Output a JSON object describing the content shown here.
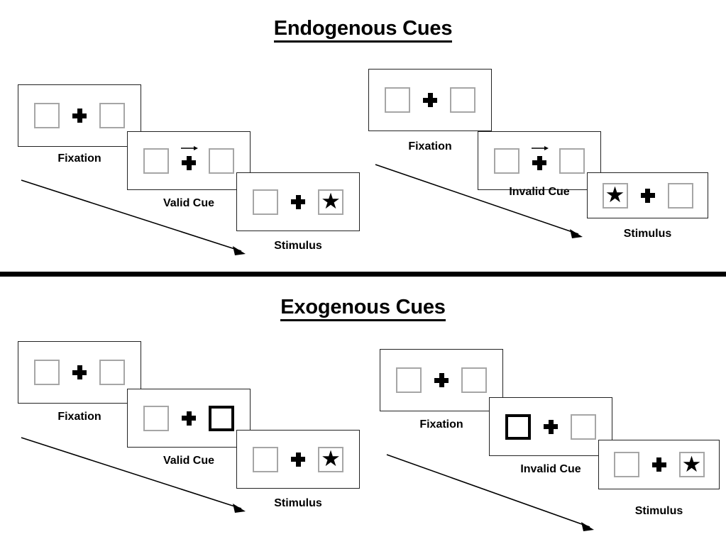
{
  "figure": {
    "title_endogenous": "Endogenous Cues",
    "title_exogenous": "Exogenous Cues",
    "labels": {
      "fixation": "Fixation",
      "valid_cue": "Valid Cue",
      "invalid_cue": "Invalid Cue",
      "stimulus": "Stimulus"
    },
    "icons": {
      "fixation_cross": "plus-cross-icon",
      "arrow_right": "arrow-right-icon",
      "target": "star-icon",
      "timeline": "diagonal-arrow-icon"
    },
    "colors": {
      "ink": "#000000",
      "box_border": "#a6a6a6",
      "frame_border": "#222222",
      "background": "#ffffff",
      "highlight_border": "#000000"
    }
  },
  "sections": [
    {
      "id": "endogenous",
      "title": "Endogenous Cues",
      "cue_type": "central arrow",
      "conditions": [
        {
          "id": "endogenous-valid",
          "condition": "valid",
          "frames": [
            {
              "caption": "Fixation",
              "left_box": "empty",
              "right_box": "empty",
              "center": "cross",
              "cue": "none"
            },
            {
              "caption": "Valid Cue",
              "left_box": "empty",
              "right_box": "empty",
              "center": "cross-with-arrow",
              "cue": "arrow-right"
            },
            {
              "caption": "Stimulus",
              "left_box": "empty",
              "right_box": "star",
              "center": "cross",
              "cue": "none"
            }
          ]
        },
        {
          "id": "endogenous-invalid",
          "condition": "invalid",
          "frames": [
            {
              "caption": "Fixation",
              "left_box": "empty",
              "right_box": "empty",
              "center": "cross",
              "cue": "none"
            },
            {
              "caption": "Invalid Cue",
              "left_box": "empty",
              "right_box": "empty",
              "center": "cross-with-arrow",
              "cue": "arrow-right"
            },
            {
              "caption": "Stimulus",
              "left_box": "star",
              "right_box": "empty",
              "center": "cross",
              "cue": "none"
            }
          ]
        }
      ]
    },
    {
      "id": "exogenous",
      "title": "Exogenous Cues",
      "cue_type": "peripheral box flash",
      "conditions": [
        {
          "id": "exogenous-valid",
          "condition": "valid",
          "frames": [
            {
              "caption": "Fixation",
              "left_box": "empty",
              "right_box": "empty",
              "center": "cross",
              "cue": "none"
            },
            {
              "caption": "Valid Cue",
              "left_box": "empty",
              "right_box": "highlighted",
              "center": "cross",
              "cue": "right-box-highlight"
            },
            {
              "caption": "Stimulus",
              "left_box": "empty",
              "right_box": "star",
              "center": "cross",
              "cue": "none"
            }
          ]
        },
        {
          "id": "exogenous-invalid",
          "condition": "invalid",
          "frames": [
            {
              "caption": "Fixation",
              "left_box": "empty",
              "right_box": "empty",
              "center": "cross",
              "cue": "none"
            },
            {
              "caption": "Invalid Cue",
              "left_box": "highlighted",
              "right_box": "empty",
              "center": "cross",
              "cue": "left-box-highlight"
            },
            {
              "caption": "Stimulus",
              "left_box": "empty",
              "right_box": "star",
              "center": "cross",
              "cue": "none"
            }
          ]
        }
      ]
    }
  ]
}
